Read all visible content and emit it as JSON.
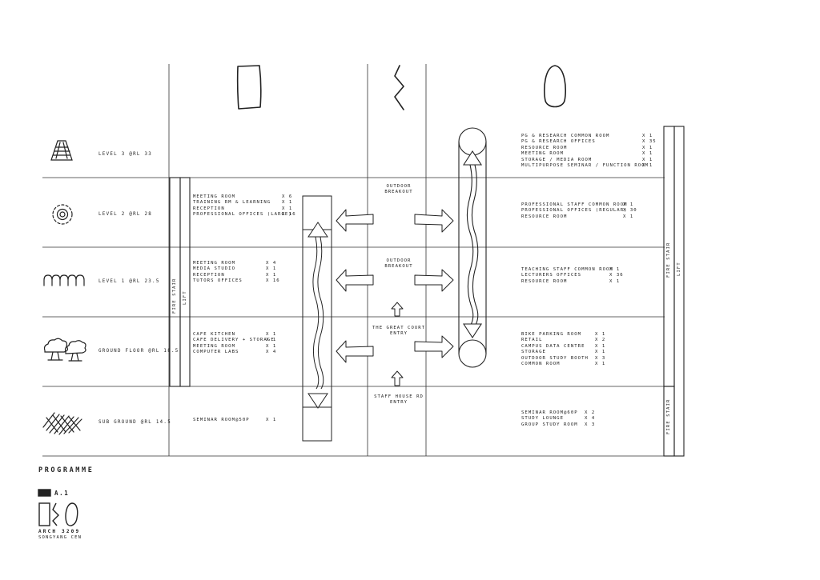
{
  "levels": [
    {
      "label": "LEVEL 3 @RL 33",
      "icon": "lamp-icon"
    },
    {
      "label": "LEVEL 2 @RL 28",
      "icon": "target-icon"
    },
    {
      "label": "LEVEL 1 @RL 23.5",
      "icon": "wave-icon"
    },
    {
      "label": "GROUND FLOOR @RL 18.5",
      "icon": "trees-icon"
    },
    {
      "label": "SUB GROUND @RL 14.5",
      "icon": "hatch-icon"
    }
  ],
  "left_rooms": {
    "level2": [
      {
        "name": "MEETING ROOM",
        "qty": "X 6"
      },
      {
        "name": "TRAINING RM & LEARNING",
        "qty": "X 1"
      },
      {
        "name": "RECEPTION",
        "qty": "X 1"
      },
      {
        "name": "PROFESSIONAL OFFICES (LARGE)",
        "qty": "X 16"
      }
    ],
    "level1": [
      {
        "name": "MEETING ROOM",
        "qty": "X 4"
      },
      {
        "name": "MEDIA STUDIO",
        "qty": "X 1"
      },
      {
        "name": "RECEPTION",
        "qty": "X 1"
      },
      {
        "name": "TUTORS OFFICES",
        "qty": "X 16"
      }
    ],
    "ground": [
      {
        "name": "CAFE KITCHEN",
        "qty": "X 1"
      },
      {
        "name": "CAFE DELIVERY + STORAGE",
        "qty": "X 1"
      },
      {
        "name": "MEETING ROOM",
        "qty": "X 1"
      },
      {
        "name": "COMPUTER LABS",
        "qty": "X 4"
      }
    ],
    "sub": [
      {
        "name": "SEMINAR ROOM@50P",
        "qty": "X 1"
      }
    ]
  },
  "right_rooms": {
    "level3": [
      {
        "name": "PG & RESEARCH COMMON ROOM",
        "qty": "X 1"
      },
      {
        "name": "PG & RESEARCH OFFICES",
        "qty": "X 35"
      },
      {
        "name": "RESOURCE ROOM",
        "qty": "X 1"
      },
      {
        "name": "MEETING ROOM",
        "qty": "X 1"
      },
      {
        "name": "STORAGE / MEDIA ROOM",
        "qty": "X 1"
      },
      {
        "name": "MULTIPURPOSE SEMINAR / FUNCTION ROOM",
        "qty": "X 1"
      }
    ],
    "level2": [
      {
        "name": "PROFESSIONAL STAFF COMMON ROOM",
        "qty": "X 1"
      },
      {
        "name": "PROFESSIONAL OFFICES (REGULAR)",
        "qty": "X 30"
      },
      {
        "name": "RESOURCE ROOM",
        "qty": "X 1"
      }
    ],
    "level1": [
      {
        "name": "TEACHING STAFF COMMON ROOM",
        "qty": "X 1"
      },
      {
        "name": "LECTURERS OFFICES",
        "qty": "X 36"
      },
      {
        "name": "RESOURCE ROOM",
        "qty": "X 1"
      }
    ],
    "ground": [
      {
        "name": "BIKE PARKING ROOM",
        "qty": "X 1"
      },
      {
        "name": "RETAIL",
        "qty": "X 2"
      },
      {
        "name": "CAMPUS DATA CENTRE",
        "qty": "X 1"
      },
      {
        "name": "STORAGE",
        "qty": "X 1"
      },
      {
        "name": "OUTDOOR STUDY BOOTH",
        "qty": "X 3"
      },
      {
        "name": "COMMON ROOM",
        "qty": "X 1"
      }
    ],
    "sub": [
      {
        "name": "SEMINAR ROOM@60P",
        "qty": "X 2"
      },
      {
        "name": "STUDY LOUNGE",
        "qty": "X 4"
      },
      {
        "name": "GROUP STUDY ROOM",
        "qty": "X 3"
      }
    ]
  },
  "centre": {
    "outdoor_breakout_1": [
      "OUTDOOR",
      "BREAKOUT"
    ],
    "outdoor_breakout_2": [
      "OUTDOOR",
      "BREAKOUT"
    ],
    "great_court": [
      "THE GREAT COURT",
      "ENTRY"
    ],
    "staff_house": [
      "STAFF HOUSE RD",
      "ENTRY"
    ]
  },
  "cores": {
    "fire_stair": "FIRE STAIR",
    "lift": "LIFT"
  },
  "footer": {
    "title": "PROGRAMME",
    "sheet": "A.1",
    "course": "ARCH 3209",
    "author": "SONGYANG CEN"
  }
}
